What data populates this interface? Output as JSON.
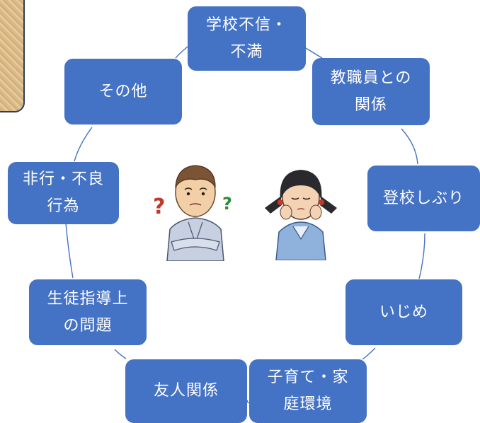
{
  "colors": {
    "box_fill": "#4472c4",
    "box_text": "#ffffff",
    "connector": "#4472c4"
  },
  "center_image": {
    "left_figure": "worried-boy-illustration",
    "right_figure": "worried-girl-illustration"
  },
  "nodes": [
    {
      "id": "n1",
      "label": "学校不信・\n不満"
    },
    {
      "id": "n2",
      "label": "教職員との\n関係"
    },
    {
      "id": "n3",
      "label": "登校しぶり"
    },
    {
      "id": "n4",
      "label": "いじめ"
    },
    {
      "id": "n5",
      "label": "子育て・家\n庭環境"
    },
    {
      "id": "n6",
      "label": "友人関係"
    },
    {
      "id": "n7",
      "label": "生徒指導上\nの問題"
    },
    {
      "id": "n8",
      "label": "非行・不良\n行為"
    },
    {
      "id": "n9",
      "label": "その他"
    }
  ]
}
